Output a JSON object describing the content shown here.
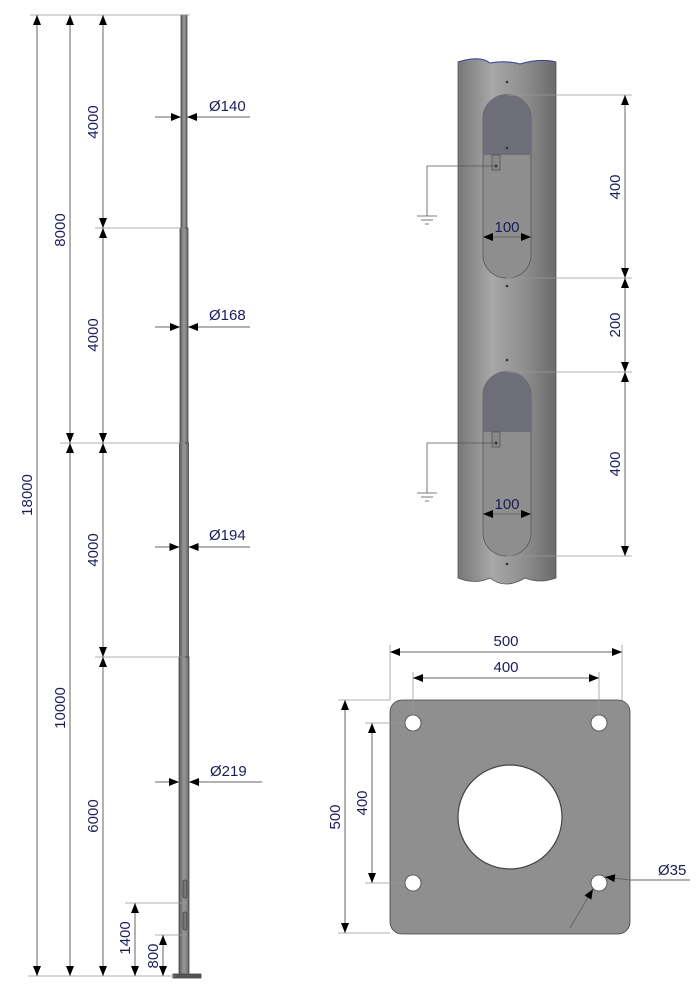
{
  "pole_elevation": {
    "overall": "18000",
    "upper_total": "8000",
    "lower_total": "10000",
    "sections": [
      "4000",
      "4000",
      "4000",
      "6000"
    ],
    "diameters": [
      "Ø140",
      "Ø168",
      "Ø194",
      "Ø219"
    ],
    "door_heights": [
      "1400",
      "800"
    ]
  },
  "door_detail": {
    "door_height_1": "400",
    "gap": "200",
    "door_height_2": "400",
    "door_width_1": "100",
    "door_width_2": "100"
  },
  "base_plate": {
    "outer_width": "500",
    "hole_spacing_x": "400",
    "outer_height": "500",
    "hole_spacing_y": "400",
    "hole_diameter": "Ø35"
  },
  "colors": {
    "text": "#1c1c5c",
    "steel": "#8a8a8a",
    "door": "#6e6e78"
  }
}
